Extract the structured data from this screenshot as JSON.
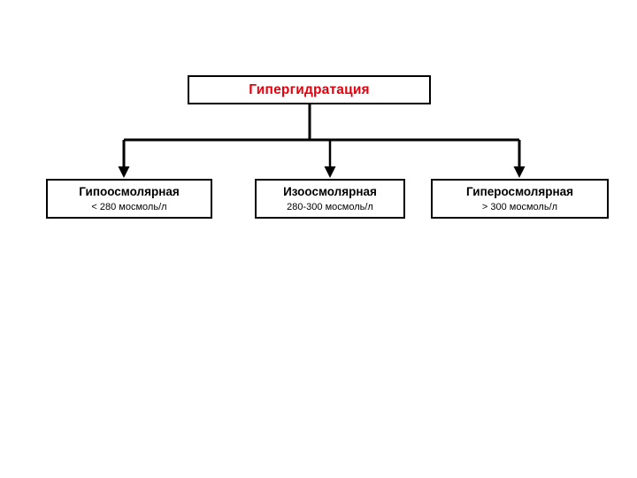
{
  "diagram": {
    "type": "flowchart",
    "orientation": "top-down",
    "root": {
      "title": "Гипергидратация",
      "color": "#e8000d"
    },
    "branches": [
      {
        "name": "hypoosmolar",
        "title": "Гипоосмолярная",
        "value": "< 280 мосмоль/л",
        "color": "#000000"
      },
      {
        "name": "isoosmolar",
        "title": "Изоосмолярная",
        "value": "280-300 мосмоль/л",
        "color": "#000000"
      },
      {
        "name": "hyperosmolar",
        "title": "Гиперосмолярная",
        "value": "> 300 мосмоль/л",
        "color": "#000000"
      }
    ],
    "style": {
      "border_color": "#000000",
      "connector_color": "#000000",
      "background": "#ffffff"
    }
  }
}
